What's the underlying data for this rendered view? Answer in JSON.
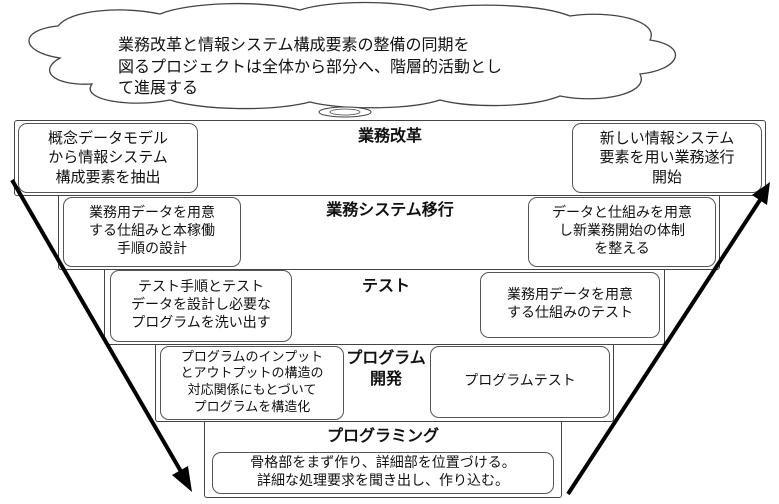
{
  "cloud": {
    "text": "業務改革と情報システム構成要素の整備の同期を\n図るプロジェクトは全体から部分へ、階層的活動とし\nて進展する"
  },
  "layers": {
    "l1": {
      "title": "業務改革",
      "left_box": "概念データモデル\nから情報システム\n構成要素を抽出",
      "right_box": "新しい情報システム\n要素を用い業務遂行\n開始"
    },
    "l2": {
      "title": "業務システム移行",
      "left_box": "業務用データを用意\nする仕組みと本稼働\n手順の設計",
      "right_box": "データと仕組みを用意\nし新業務開始の体制\nを整える"
    },
    "l3": {
      "title": "テスト",
      "left_box": "テスト手順とテスト\nデータを設計し必要な\nプログラムを洗い出す",
      "right_box": "業務用データを用意\nする仕組みのテスト"
    },
    "l4": {
      "title": "プログラム\n開発",
      "left_box": "プログラムのインプット\nとアウトプットの構造の\n対応関係にもとづいて\nプログラムを構造化",
      "right_box": "プログラムテスト"
    },
    "l5": {
      "title": "プログラミング",
      "box": "骨格部をまず作り、詳細部を位置づける。\n詳細な処理要求を聞き出し、作り込む。"
    }
  }
}
